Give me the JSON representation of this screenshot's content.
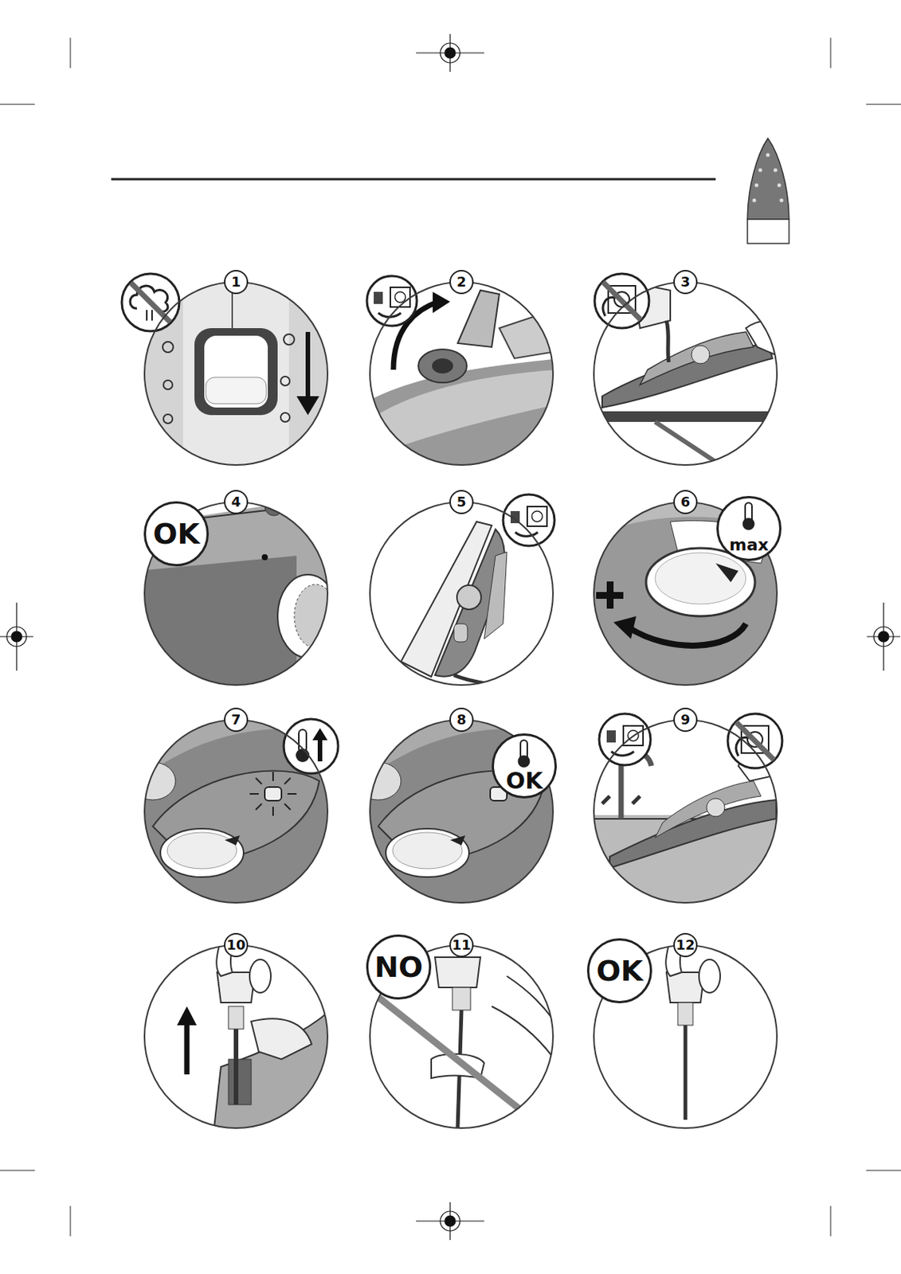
{
  "diagram": {
    "nodes": [
      {
        "text": [
          "1"
        ]
      },
      {
        "text": [
          "2"
        ]
      },
      {
        "text": [
          "3"
        ]
      },
      {
        "text": [
          "4"
        ]
      },
      {
        "text": [
          "5"
        ]
      },
      {
        "text": [
          "6"
        ]
      },
      {
        "text": [
          "7"
        ]
      },
      {
        "text": [
          "8"
        ]
      },
      {
        "text": [
          "9"
        ]
      },
      {
        "text": [
          "10"
        ]
      },
      {
        "text": [
          "11"
        ]
      },
      {
        "text": [
          "12"
        ]
      }
    ],
    "labels": [
      "OK",
      "max",
      "OK",
      "NO",
      "OK"
    ]
  }
}
